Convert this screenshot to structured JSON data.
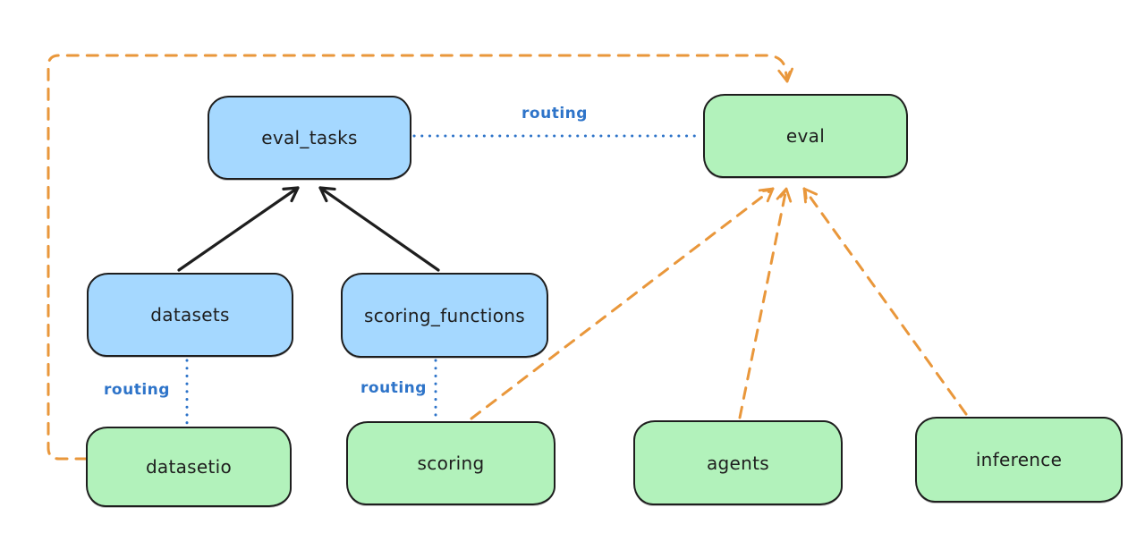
{
  "diagram": {
    "colors": {
      "background": "#ffffff",
      "node_border": "#1e1e1e",
      "node_text": "#1e1e1e",
      "blue_fill": "#a5d8ff",
      "green_fill": "#b2f2bb",
      "routing_blue": "#2e74c9",
      "orange": "#e9973b"
    },
    "nodes": [
      {
        "id": "eval_tasks",
        "label": "eval_tasks",
        "fill": "#a5d8ff"
      },
      {
        "id": "eval",
        "label": "eval",
        "fill": "#b2f2bb"
      },
      {
        "id": "datasets",
        "label": "datasets",
        "fill": "#a5d8ff"
      },
      {
        "id": "scoring_functions",
        "label": "scoring_functions",
        "fill": "#a5d8ff"
      },
      {
        "id": "datasetio",
        "label": "datasetio",
        "fill": "#b2f2bb"
      },
      {
        "id": "scoring",
        "label": "scoring",
        "fill": "#b2f2bb"
      },
      {
        "id": "agents",
        "label": "agents",
        "fill": "#b2f2bb"
      },
      {
        "id": "inference",
        "label": "inference",
        "fill": "#b2f2bb"
      }
    ],
    "edges": [
      {
        "from": "datasets",
        "to": "eval_tasks",
        "style": "solid-arrow",
        "color": "#1e1e1e",
        "label": ""
      },
      {
        "from": "scoring_functions",
        "to": "eval_tasks",
        "style": "solid-arrow",
        "color": "#1e1e1e",
        "label": ""
      },
      {
        "from": "eval_tasks",
        "to": "eval",
        "style": "dotted",
        "color": "#2e74c9",
        "label": "routing"
      },
      {
        "from": "datasets",
        "to": "datasetio",
        "style": "dotted",
        "color": "#2e74c9",
        "label": "routing"
      },
      {
        "from": "scoring_functions",
        "to": "scoring",
        "style": "dotted",
        "color": "#2e74c9",
        "label": "routing"
      },
      {
        "from": "datasetio",
        "to": "eval",
        "style": "dashed-arrow",
        "color": "#e9973b",
        "label": ""
      },
      {
        "from": "scoring",
        "to": "eval",
        "style": "dashed-arrow",
        "color": "#e9973b",
        "label": ""
      },
      {
        "from": "agents",
        "to": "eval",
        "style": "dashed-arrow",
        "color": "#e9973b",
        "label": ""
      },
      {
        "from": "inference",
        "to": "eval",
        "style": "dashed-arrow",
        "color": "#e9973b",
        "label": ""
      }
    ]
  }
}
